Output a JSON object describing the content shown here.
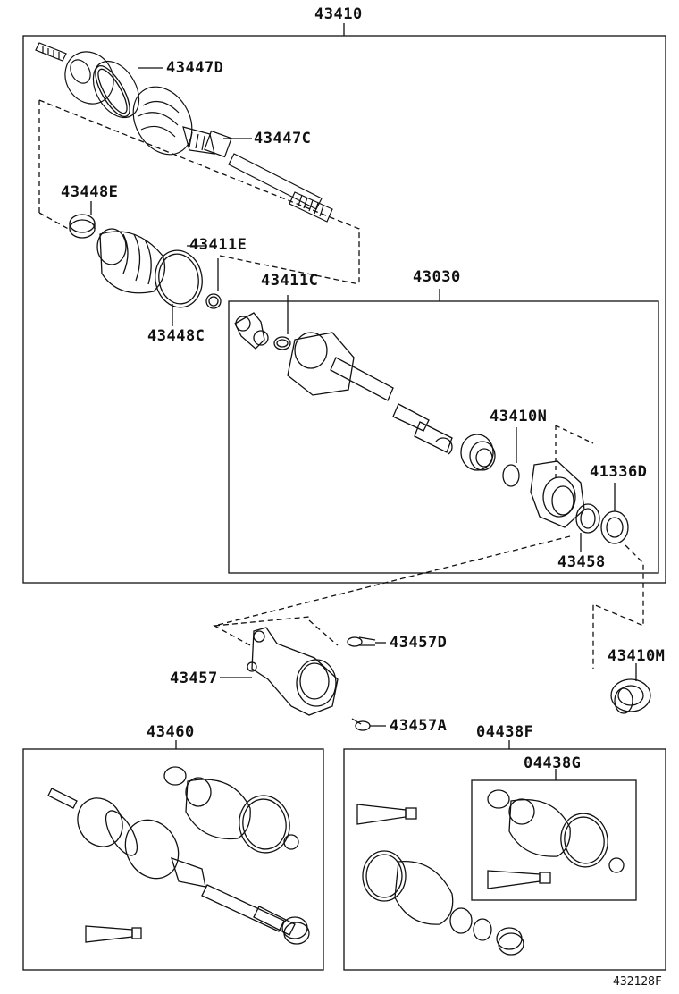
{
  "labels": {
    "l43410": "43410",
    "l43447d": "43447D",
    "l43447c": "43447C",
    "l43448e": "43448E",
    "l43411e": "43411E",
    "l43411c": "43411C",
    "l43030": "43030",
    "l43448c": "43448C",
    "l43410n": "43410N",
    "l41336d": "41336D",
    "l43458": "43458",
    "l43457d": "43457D",
    "l43457": "43457",
    "l43410m": "43410M",
    "l43457a": "43457A",
    "l43460": "43460",
    "l04438f": "04438F",
    "l04438g": "04438G"
  },
  "diagram_code": "432128F",
  "colors": {
    "ink": "#111111",
    "background": "#ffffff"
  }
}
